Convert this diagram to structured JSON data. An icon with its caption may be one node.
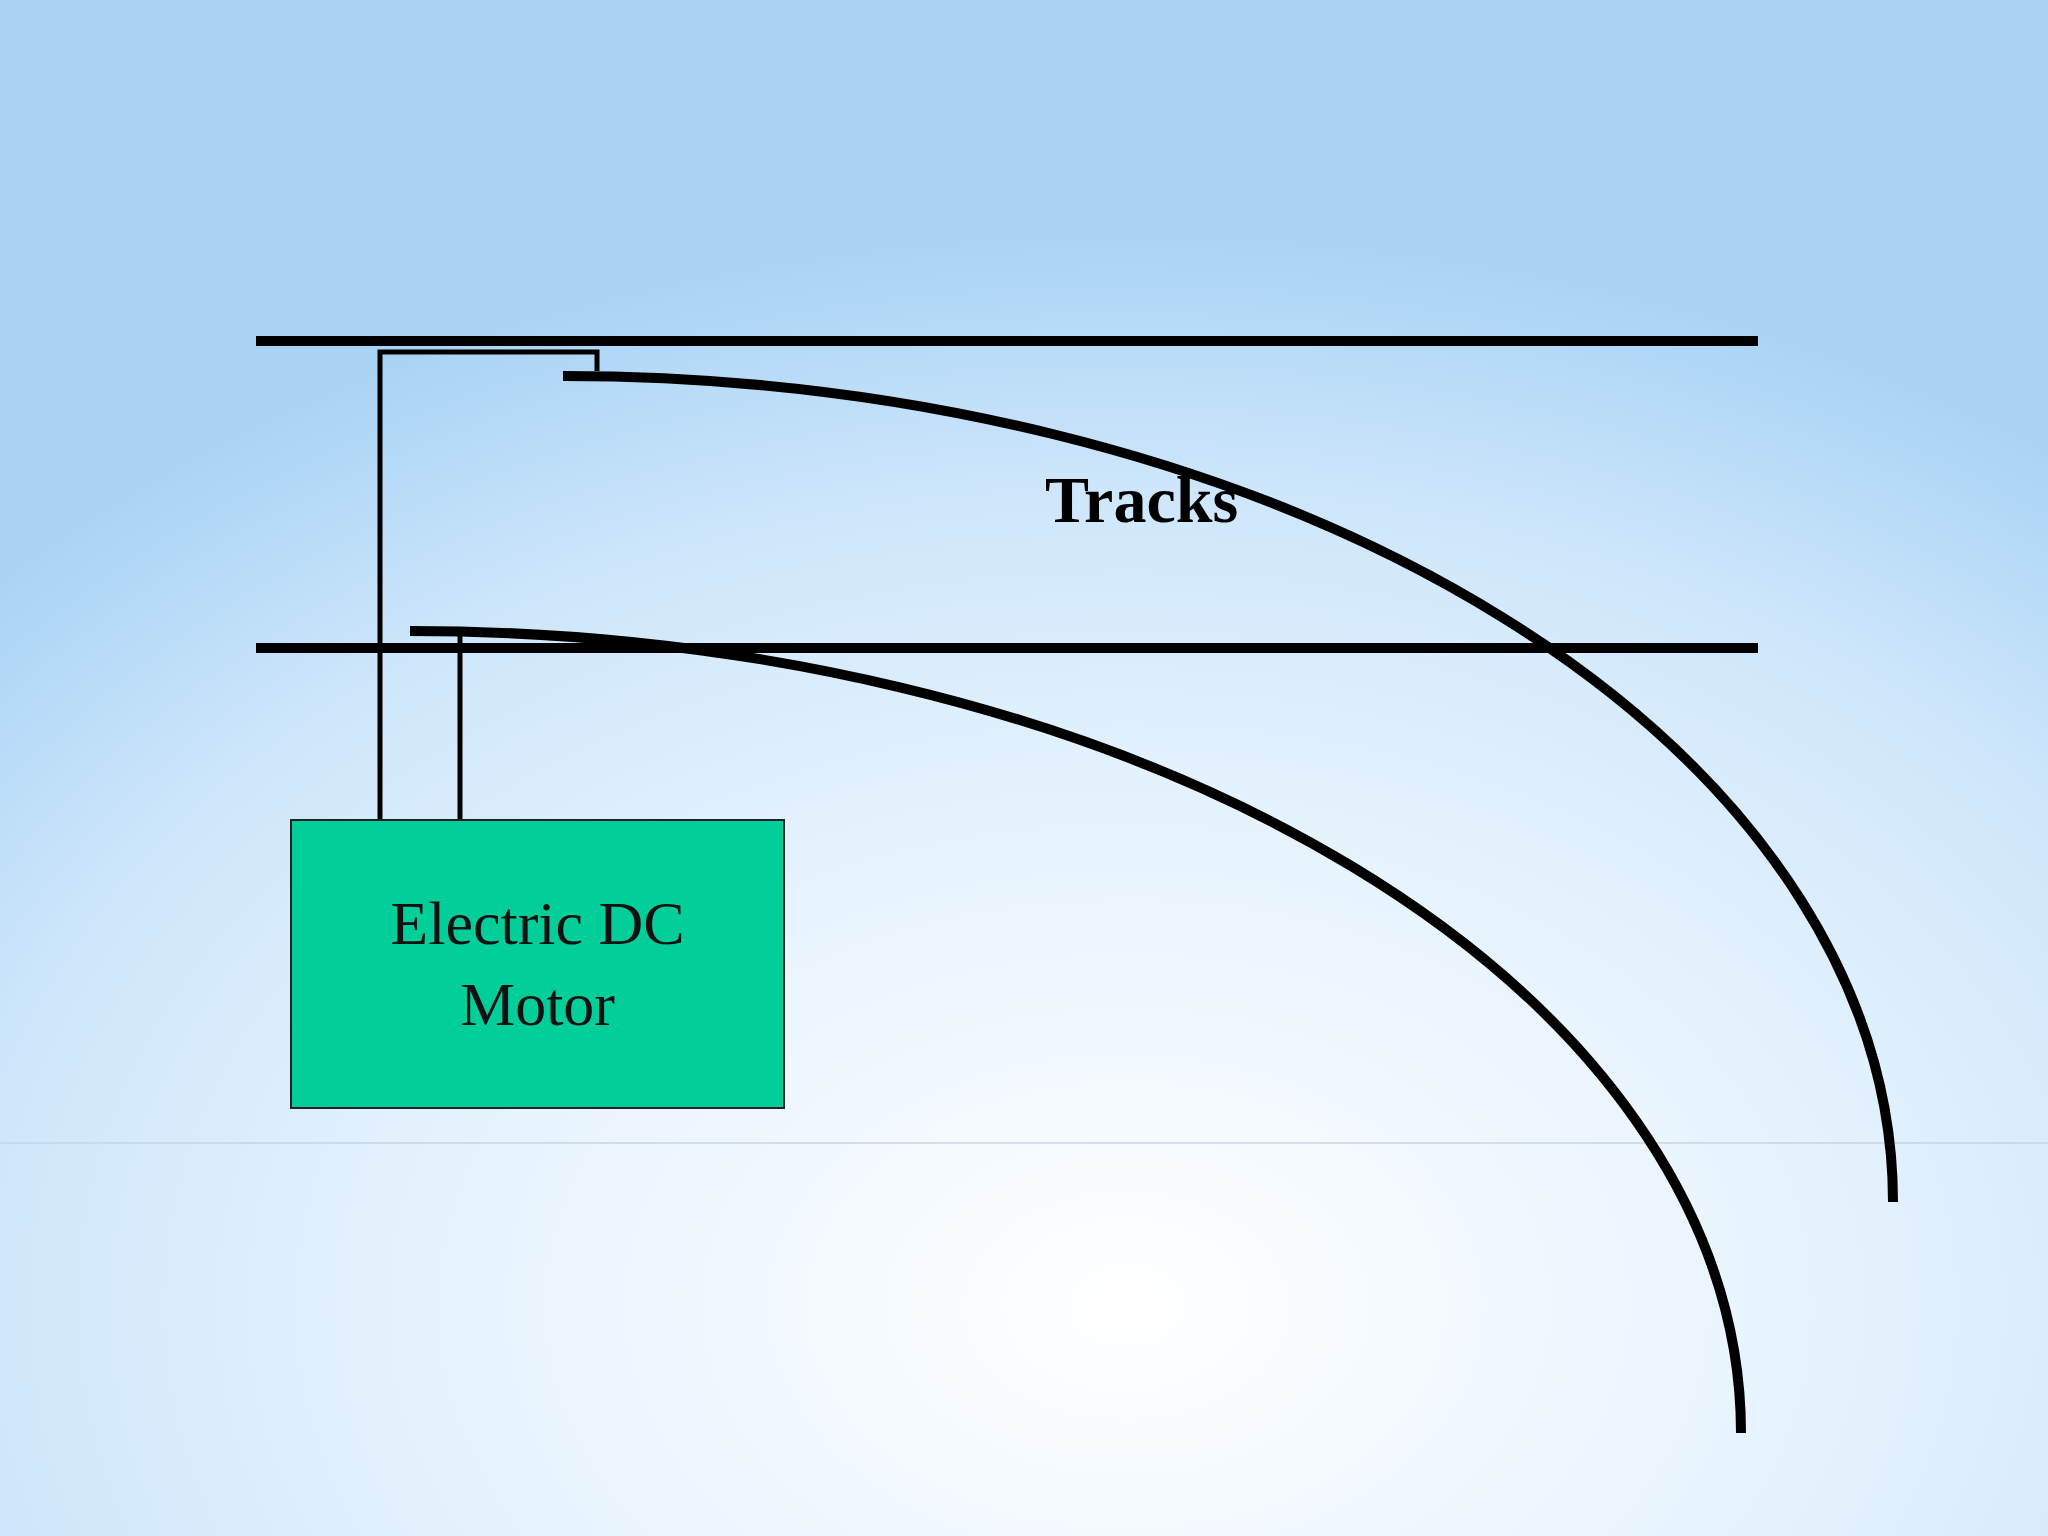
{
  "diagram": {
    "nodes": [
      {
        "text": [
          "Electric DC Motor"
        ]
      },
      {
        "text": [],
        "shape": "arc"
      },
      {
        "text": [],
        "shape": "arc"
      }
    ],
    "edges": [
      {
        "from": 0,
        "to": 1,
        "arrow": "none"
      },
      {
        "from": 0,
        "to": 2,
        "arrow": "none"
      }
    ],
    "labels": [
      "Tracks"
    ]
  }
}
